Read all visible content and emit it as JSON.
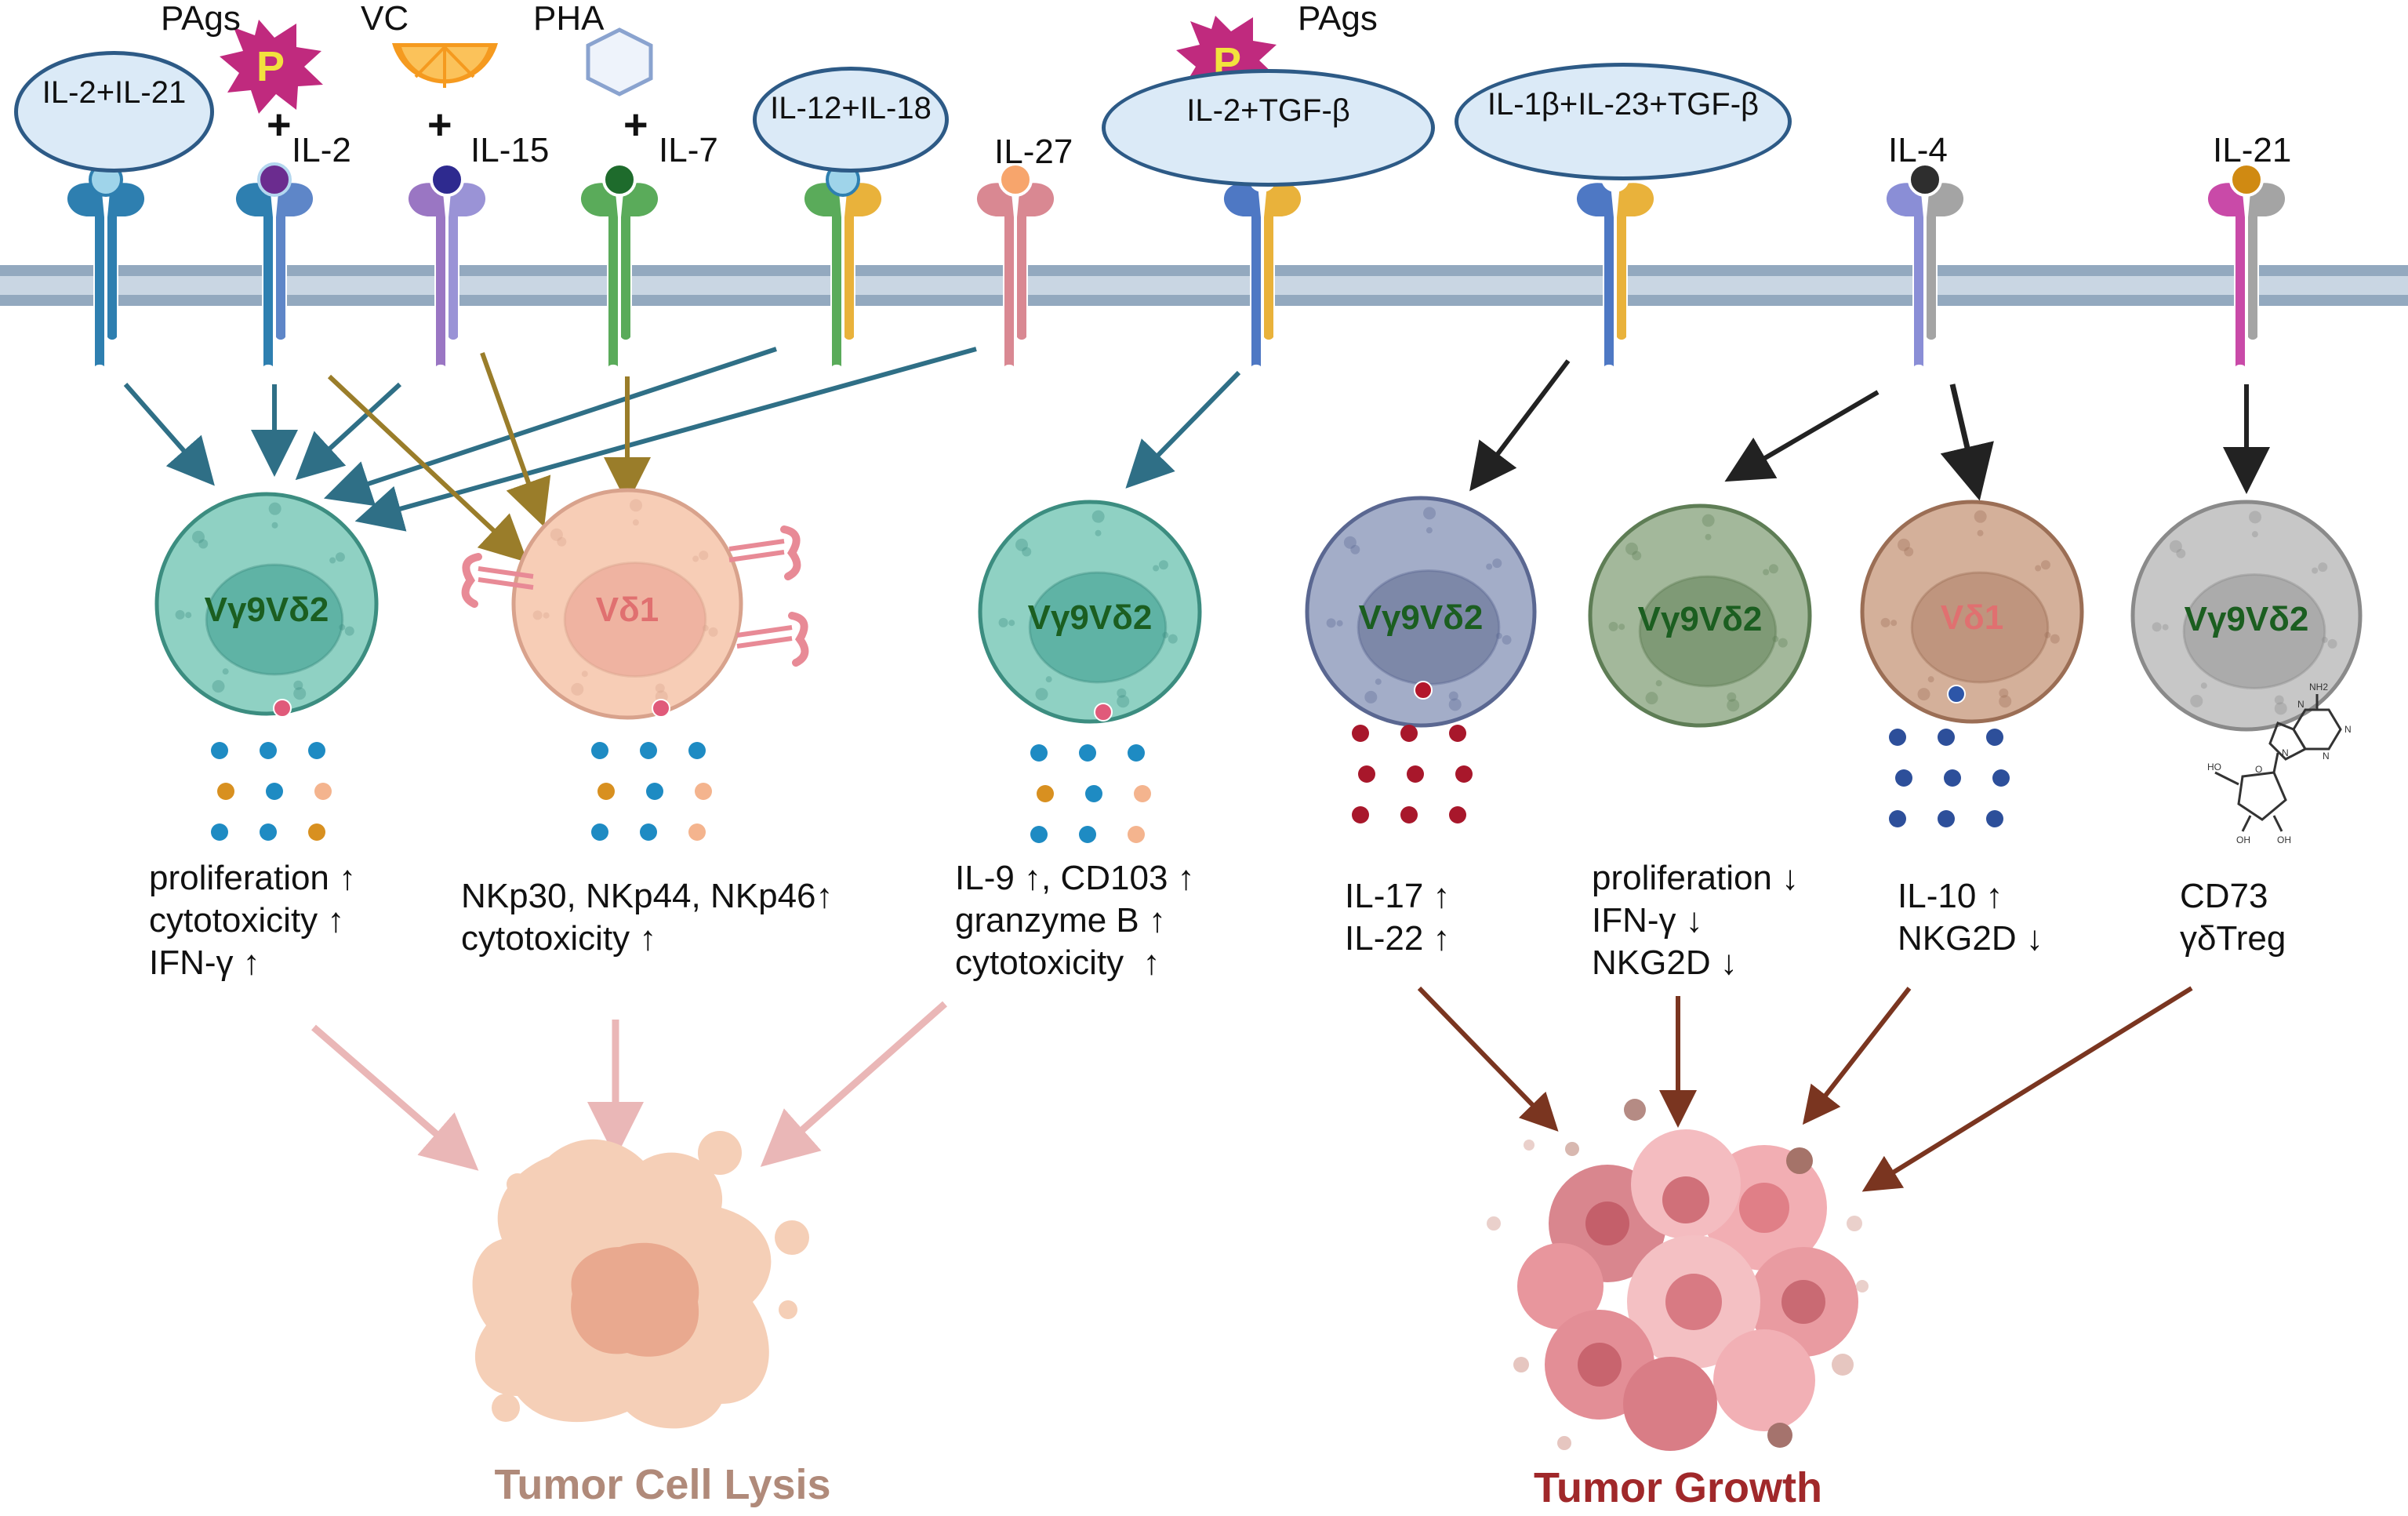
{
  "stimuli": {
    "pags_left": "PAgs",
    "vc": "VC",
    "pha": "PHA",
    "pags_right": "PAgs",
    "p_badge": "P",
    "plus": "+"
  },
  "cytokines": {
    "il2_il21": "IL-2+IL-21",
    "il2": "IL-2",
    "il15": "IL-15",
    "il7": "IL-7",
    "il12_il18": "IL-12+IL-18",
    "il27": "IL-27",
    "il2_tgfb": "IL-2+TGF-β",
    "il1b_il23_tgfb": "IL-1β+IL-23+TGF-β",
    "il4": "IL-4",
    "il21": "IL-21"
  },
  "cells": {
    "c1": "Vγ9Vδ2",
    "c2": "Vδ1",
    "c3": "Vγ9Vδ2",
    "c4": "Vγ9Vδ2",
    "c5": "Vγ9Vδ2",
    "c6": "Vδ1",
    "c7": "Vγ9Vδ2"
  },
  "effects": {
    "e1": "proliferation ↑\ncytotoxicity ↑\nIFN-γ ↑",
    "e2": "NKp30, NKp44, NKp46↑\ncytotoxicity ↑",
    "e3": "IL-9 ↑, CD103 ↑\ngranzyme B ↑\ncytotoxicity  ↑",
    "e4": "IL-17 ↑\nIL-22 ↑",
    "e5": "proliferation ↓\nIFN-γ ↓\nNKG2D ↓",
    "e6": "IL-10 ↑\nNKG2D ↓",
    "e7": "CD73\nγδTreg"
  },
  "outcomes": {
    "lysis": "Tumor Cell Lysis",
    "growth": "Tumor Growth"
  },
  "molecule_labels": {
    "nh2": "NH2",
    "n1": "N",
    "n2": "N",
    "n3": "N",
    "n4": "N",
    "ho1": "HO",
    "ho2": "OH",
    "ho3": "OH",
    "o": "O"
  },
  "colors": {
    "membrane": "#9fb3c8",
    "bubble_fill": "#dbeaf7",
    "bubble_border": "#2d5a86",
    "teal_arrow": "#2f6f86",
    "olive_arrow": "#9a7d2a",
    "black_arrow": "#222222",
    "pink_arrow": "#eab7b7",
    "brown_arrow": "#7a3520",
    "vg9vd2_text": "#1b5e20",
    "vd1_text": "#e07070",
    "lysis_text": "#b08a7a",
    "growth_text": "#a0282a"
  }
}
